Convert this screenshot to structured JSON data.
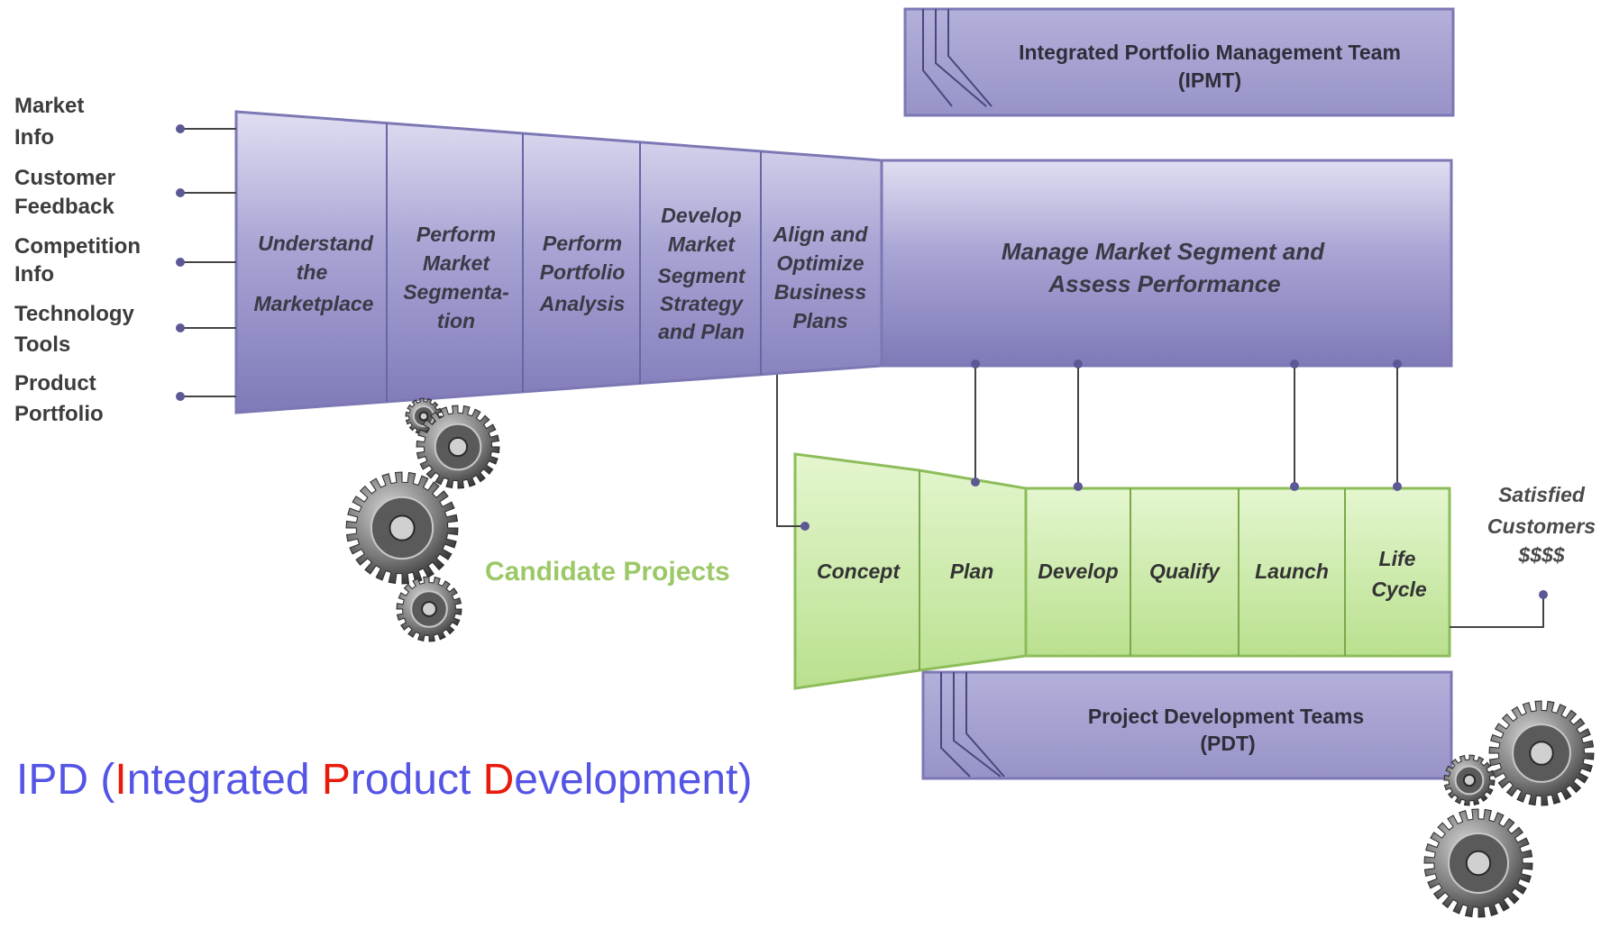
{
  "title": {
    "abbr": "IPD",
    "open": " (",
    "w1_hl": "I",
    "w1_rest": "ntegrated ",
    "w2_hl": "P",
    "w2_rest": "roduct ",
    "w3_hl": "D",
    "w3_rest": "evelopment",
    "close": ")"
  },
  "inputs": [
    [
      "Market",
      "Info"
    ],
    [
      "Customer",
      "Feedback"
    ],
    [
      "Competition",
      "Info"
    ],
    [
      "Technology",
      "Tools"
    ],
    [
      "Product",
      "Portfolio"
    ]
  ],
  "market_stages": [
    [
      "Understand",
      "the",
      "Marketplace"
    ],
    [
      "Perform",
      "Market",
      "Segmenta-",
      "tion"
    ],
    [
      "Perform",
      "Portfolio",
      "Analysis"
    ],
    [
      "Develop",
      "Market",
      "Segment",
      "Strategy",
      "and Plan"
    ],
    [
      "Align and",
      "Optimize",
      "Business",
      "Plans"
    ]
  ],
  "manage_stage": [
    "Manage Market Segment and",
    "Assess Performance"
  ],
  "ipmt": [
    "Integrated Portfolio Management Team",
    "(IPMT)"
  ],
  "pdt": [
    "Project Development Teams",
    "(PDT)"
  ],
  "candidate_label": "Candidate Projects",
  "phases": [
    [
      "Concept"
    ],
    [
      "Plan"
    ],
    [
      "Develop"
    ],
    [
      "Qualify"
    ],
    [
      "Launch"
    ],
    [
      "Life",
      "Cycle"
    ]
  ],
  "satisfied": [
    "Satisfied",
    "Customers",
    "$$$$"
  ],
  "colors": {
    "purple_fill": "#9d99cc",
    "purple_edge": "#7c78b4",
    "green_fill": "#d6f0b8",
    "green_edge": "#8dbd5a",
    "title_blue": "#5454e6",
    "title_red": "#e81a0c",
    "candidate_green": "#9cc868"
  },
  "icons": [
    "gear-cluster-icon",
    "connector-pin-icon"
  ]
}
